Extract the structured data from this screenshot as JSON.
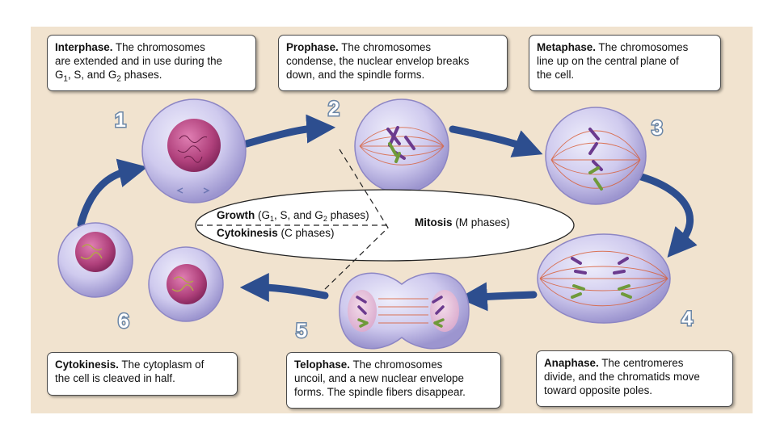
{
  "captions": {
    "interphase": {
      "title": "Interphase.",
      "line1": " The chromosomes",
      "line2": "are extended and in use during the",
      "g": "G",
      "sub1": "1",
      "mid": ", S, and G",
      "sub2": "2",
      "end": " phases."
    },
    "prophase": {
      "title": "Prophase.",
      "line1": " The chromosomes",
      "line2": "condense, the nuclear envelop breaks",
      "line3": "down, and the spindle forms."
    },
    "metaphase": {
      "title": "Metaphase.",
      "line1": " The chromosomes",
      "line2": "line up on the central plane of",
      "line3": "the cell."
    },
    "cytokinesis": {
      "title": "Cytokinesis.",
      "line1": " The cytoplasm of",
      "line2": "the cell is cleaved in half."
    },
    "telophase": {
      "title": "Telophase.",
      "line1": " The chromosomes",
      "line2": "uncoil, and a new nuclear envelope",
      "line3": "forms. The spindle fibers disappear."
    },
    "anaphase": {
      "title": "Anaphase.",
      "line1": " The centromeres",
      "line2": "divide, and the chromatids move",
      "line3": "toward opposite poles."
    }
  },
  "center": {
    "growth_bold": "Growth",
    "growth_a": " (G",
    "growth_sub1": "1",
    "growth_b": ", S, and G",
    "growth_sub2": "2",
    "growth_c": " phases)",
    "cyto_bold": "Cytokinesis",
    "cyto_rest": " (C phases)",
    "mitosis_bold": "Mitosis",
    "mitosis_rest": " (M phases)"
  },
  "steps": [
    "1",
    "2",
    "3",
    "4",
    "5",
    "6"
  ],
  "colors": {
    "background": "#f1e3cf",
    "arrow": "#2d4e8f",
    "cell": "#c9c4ea",
    "nucleus": "#b0417c",
    "spindle": "#d9603a",
    "chromosome_purple": "#6b3a8e",
    "chromosome_green": "#6f9a3a",
    "number_badge": "#6b86a6"
  }
}
